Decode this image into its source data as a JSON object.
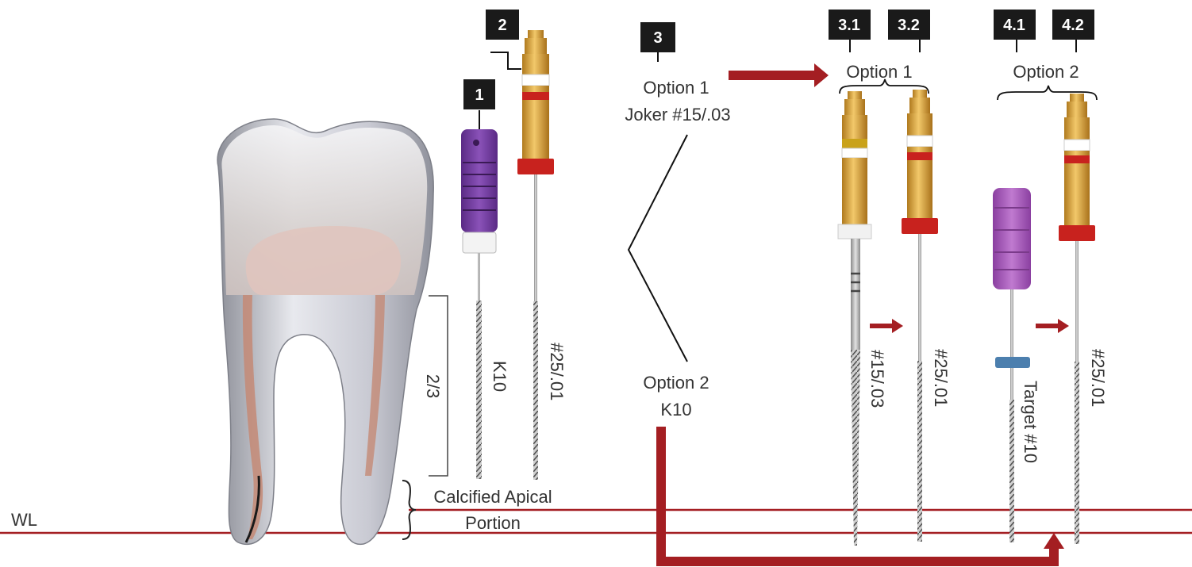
{
  "steps": {
    "s1": "1",
    "s2": "2",
    "s3": "3",
    "s31": "3.1",
    "s32": "3.2",
    "s41": "4.1",
    "s42": "4.2"
  },
  "decision": {
    "option1_line1": "Option 1",
    "option1_line2": "Joker #15/.03",
    "option2_line1": "Option 2",
    "option2_line2": "K10"
  },
  "groups": {
    "option1": "Option 1",
    "option2": "Option 2"
  },
  "instruments": {
    "k10": "K10",
    "file_25_01_a": "#25/.01",
    "file_15_03": "#15/.03",
    "file_25_01_b": "#25/.01",
    "target_10": "Target #10",
    "file_25_01_c": "#25/.01"
  },
  "tooth": {
    "fraction": "2/3",
    "calcified_line1": "Calcified Apical",
    "calcified_line2": "Portion",
    "wl": "WL"
  },
  "colors": {
    "accent_red": "#a41e22",
    "badge": "#1a1a1a",
    "gold": "#d9a23a",
    "purple": "#7b3fa0",
    "magenta": "#9b4aa8"
  }
}
